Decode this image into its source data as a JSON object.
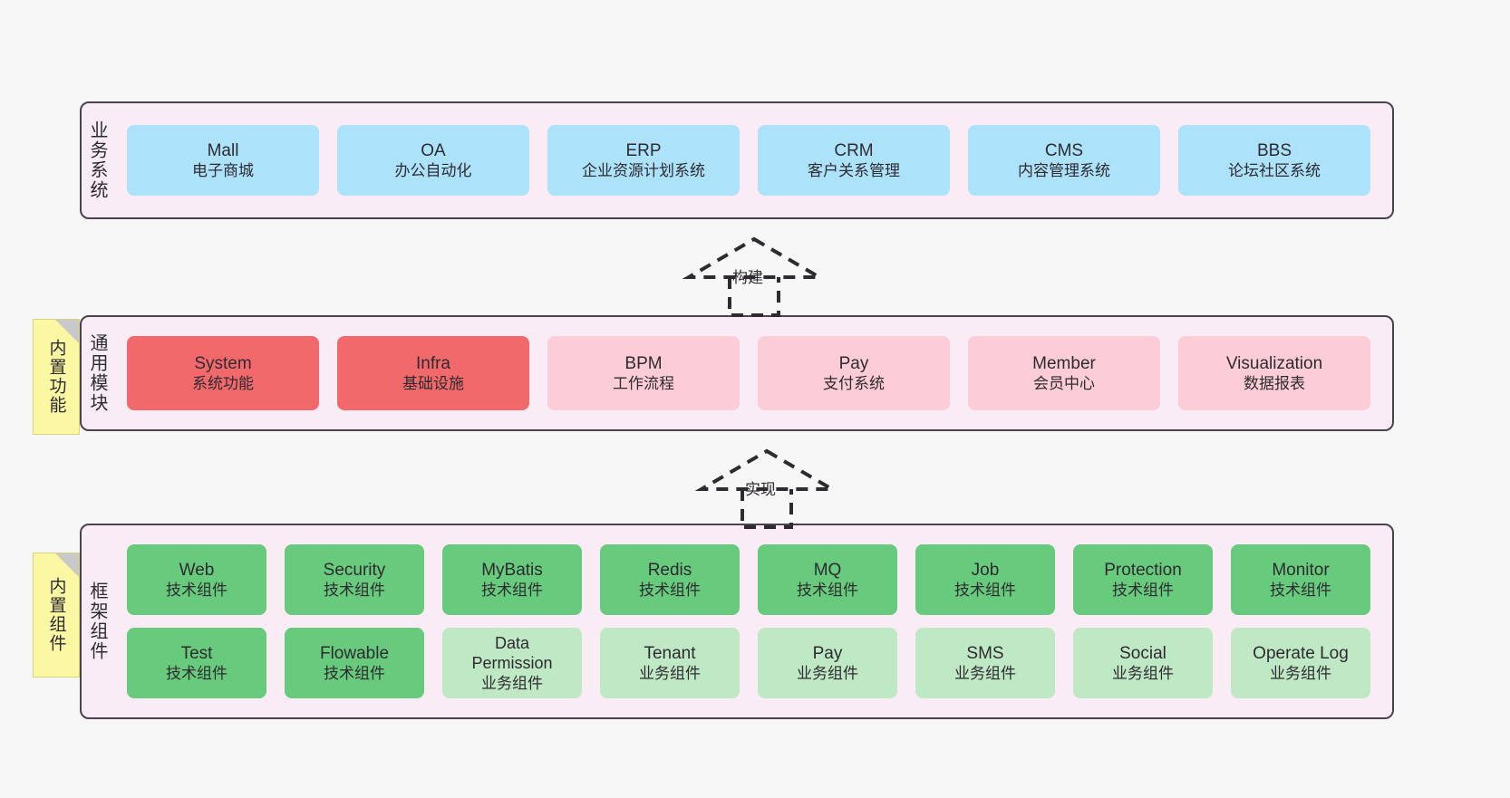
{
  "diagram": {
    "layers": [
      {
        "id": "business",
        "title": "业务系统",
        "nodes": [
          {
            "name": "Mall",
            "desc": "电子商城",
            "color": "#ade2fb"
          },
          {
            "name": "OA",
            "desc": "办公自动化",
            "color": "#ade2fb"
          },
          {
            "name": "ERP",
            "desc": "企业资源计划系统",
            "color": "#ade2fb"
          },
          {
            "name": "CRM",
            "desc": "客户关系管理",
            "color": "#ade2fb"
          },
          {
            "name": "CMS",
            "desc": "内容管理系统",
            "color": "#ade2fb"
          },
          {
            "name": "BBS",
            "desc": "论坛社区系统",
            "color": "#ade2fb"
          }
        ]
      },
      {
        "id": "module",
        "title": "通用模块",
        "sticky": "内置功能",
        "nodes": [
          {
            "name": "System",
            "desc": "系统功能",
            "color": "#f2696c"
          },
          {
            "name": "Infra",
            "desc": "基础设施",
            "color": "#f2696c"
          },
          {
            "name": "BPM",
            "desc": "工作流程",
            "color": "#fccdd6"
          },
          {
            "name": "Pay",
            "desc": "支付系统",
            "color": "#fccdd6"
          },
          {
            "name": "Member",
            "desc": "会员中心",
            "color": "#fccdd6"
          },
          {
            "name": "Visualization",
            "desc": "数据报表",
            "color": "#fccdd6"
          }
        ]
      },
      {
        "id": "framework",
        "title": "框架组件",
        "sticky": "内置组件",
        "rows": [
          [
            {
              "name": "Web",
              "desc": "技术组件",
              "color": "#67ca7c"
            },
            {
              "name": "Security",
              "desc": "技术组件",
              "color": "#67ca7c"
            },
            {
              "name": "MyBatis",
              "desc": "技术组件",
              "color": "#67ca7c"
            },
            {
              "name": "Redis",
              "desc": "技术组件",
              "color": "#67ca7c"
            },
            {
              "name": "MQ",
              "desc": "技术组件",
              "color": "#67ca7c"
            },
            {
              "name": "Job",
              "desc": "技术组件",
              "color": "#67ca7c"
            },
            {
              "name": "Protection",
              "desc": "技术组件",
              "color": "#67ca7c"
            },
            {
              "name": "Monitor",
              "desc": "技术组件",
              "color": "#67ca7c"
            }
          ],
          [
            {
              "name": "Test",
              "desc": "技术组件",
              "color": "#67ca7c"
            },
            {
              "name": "Flowable",
              "desc": "技术组件",
              "color": "#67ca7c"
            },
            {
              "name": "Data Permission",
              "desc": "业务组件",
              "color": "#bfe8c4"
            },
            {
              "name": "Tenant",
              "desc": "业务组件",
              "color": "#bfe8c4"
            },
            {
              "name": "Pay",
              "desc": "业务组件",
              "color": "#bfe8c4"
            },
            {
              "name": "SMS",
              "desc": "业务组件",
              "color": "#bfe8c4"
            },
            {
              "name": "Social",
              "desc": "业务组件",
              "color": "#bfe8c4"
            },
            {
              "name": "Operate Log",
              "desc": "业务组件",
              "color": "#bfe8c4"
            }
          ]
        ]
      }
    ],
    "connectors": [
      {
        "id": "build",
        "label": "构建"
      },
      {
        "id": "implement",
        "label": "实现"
      }
    ],
    "colors": {
      "panel_bg": "#f9ecf5",
      "panel_border": "#4a424c",
      "sticky_bg": "#fbf7a3",
      "page_bg": "#f7f7f7",
      "connector": "#2e2b30"
    }
  }
}
